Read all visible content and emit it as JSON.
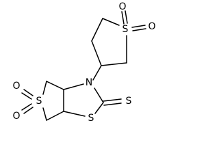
{
  "molecule": {
    "atoms": {
      "s_top": "S",
      "o_top_left": "O",
      "o_top_right": "O",
      "n": "N",
      "s_left": "S",
      "o_left_top": "O",
      "o_left_bottom": "O",
      "s_thiazole": "S",
      "s_thione": "S"
    },
    "bond_style": {
      "color": "#000000"
    }
  }
}
